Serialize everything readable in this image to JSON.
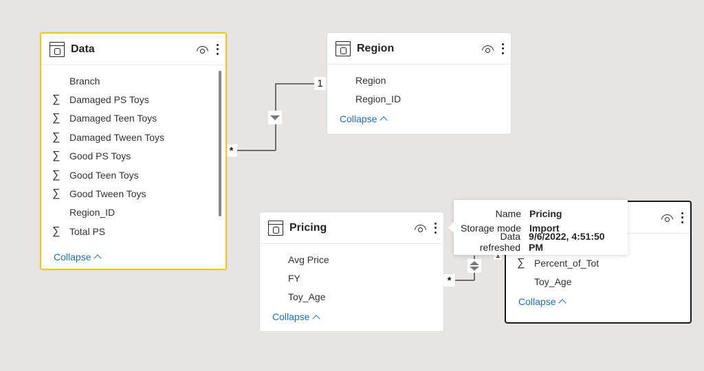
{
  "tables": {
    "data": {
      "title": "Data",
      "fields": [
        {
          "name": "Branch",
          "sigma": false
        },
        {
          "name": "Damaged PS Toys",
          "sigma": true
        },
        {
          "name": "Damaged Teen Toys",
          "sigma": true
        },
        {
          "name": "Damaged Tween Toys",
          "sigma": true
        },
        {
          "name": "Good PS Toys",
          "sigma": true
        },
        {
          "name": "Good Teen Toys",
          "sigma": true
        },
        {
          "name": "Good Tween Toys",
          "sigma": true
        },
        {
          "name": "Region_ID",
          "sigma": false
        },
        {
          "name": "Total PS",
          "sigma": true
        }
      ],
      "collapse_label": "Collapse"
    },
    "region": {
      "title": "Region",
      "fields": [
        {
          "name": "Region",
          "sigma": false
        },
        {
          "name": "Region_ID",
          "sigma": false
        }
      ],
      "collapse_label": "Collapse"
    },
    "pricing": {
      "title": "Pricing",
      "fields": [
        {
          "name": "Avg Price",
          "sigma": false
        },
        {
          "name": "FY",
          "sigma": false
        },
        {
          "name": "Toy_Age",
          "sigma": false
        }
      ],
      "collapse_label": "Collapse"
    },
    "fourth": {
      "title": "",
      "fields": [
        {
          "name": "Percent_of_Tot",
          "sigma": true
        },
        {
          "name": "Toy_Age",
          "sigma": false
        }
      ],
      "collapse_label": "Collapse"
    }
  },
  "relationships": {
    "data_region": {
      "many_marker": "*",
      "one_marker": "1",
      "filter_direction": "single"
    },
    "pricing_fourth": {
      "many_marker": "*",
      "one_marker": "1",
      "filter_direction": "both"
    }
  },
  "sigma_symbol": "∑",
  "tooltip": {
    "rows": [
      {
        "key": "Name",
        "value": "Pricing"
      },
      {
        "key": "Storage mode",
        "value": "Import"
      },
      {
        "key": "Data refreshed",
        "value": "9/6/2022, 4:51:50 PM"
      }
    ]
  },
  "colors": {
    "canvas": "#e6e5e3",
    "selected_border": "#f2c811",
    "link": "#1c6ec1"
  }
}
